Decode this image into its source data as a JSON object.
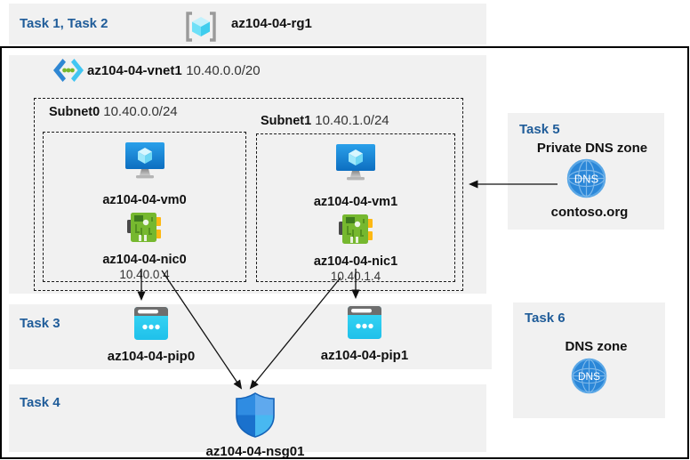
{
  "colors": {
    "task_label_blue": "#1f5c99",
    "band_gray": "#f1f1f1",
    "vm_blue": "#1286d8",
    "nic_green": "#76b82f",
    "pip_cyan": "#2fd3f3",
    "nsg_blue": "#2f8ce2",
    "dns_blue": "#2b87d8"
  },
  "header": {
    "task_label": "Task 1, Task 2",
    "resource_group": "az104-04-rg1"
  },
  "vnet": {
    "name": "az104-04-vnet1",
    "cidr": "10.40.0.0/20"
  },
  "subnets": [
    {
      "name": "Subnet0",
      "cidr": "10.40.0.0/24",
      "vm": "az104-04-vm0",
      "nic": "az104-04-nic0",
      "ip": "10.40.0.4"
    },
    {
      "name": "Subnet1",
      "cidr": "10.40.1.0/24",
      "vm": "az104-04-vm1",
      "nic": "az104-04-nic1",
      "ip": "10.40.1.4"
    }
  ],
  "task3": {
    "label": "Task 3",
    "pips": [
      {
        "name": "az104-04-pip0"
      },
      {
        "name": "az104-04-pip1"
      }
    ]
  },
  "task4": {
    "label": "Task 4",
    "nsg": "az104-04-nsg01"
  },
  "task5": {
    "label": "Task 5",
    "title": "Private DNS zone",
    "zone_name": "contoso.org",
    "icon_text": "DNS"
  },
  "task6": {
    "label": "Task 6",
    "title": "DNS zone",
    "icon_text": "DNS"
  }
}
